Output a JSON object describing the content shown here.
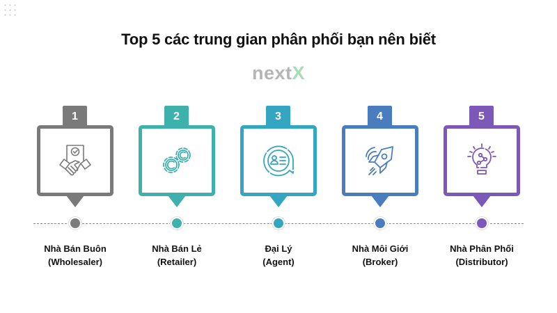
{
  "title": "Top 5 các trung gian phân phối bạn nên biết",
  "logo": {
    "part1": "next",
    "part2": "X",
    "part1_color": "#b5b5b5",
    "part2_color": "#a7dcb5"
  },
  "items": [
    {
      "number": "1",
      "name": "Nhà Bán Buôn",
      "english": "(Wholesaler)",
      "icon": "handshake-contract-icon",
      "color": "#7a7a7a"
    },
    {
      "number": "2",
      "name": "Nhà Bán Lẻ",
      "english": "(Retailer)",
      "icon": "gears-icon",
      "color": "#3fb1ad"
    },
    {
      "number": "3",
      "name": "Đại Lý",
      "english": "(Agent)",
      "icon": "contact-chat-icon",
      "color": "#35a6c1"
    },
    {
      "number": "4",
      "name": "Nhà Môi Giới",
      "english": "(Broker)",
      "icon": "rocket-icon",
      "color": "#4a7dbd"
    },
    {
      "number": "5",
      "name": "Nhà Phân Phối",
      "english": "(Distributor)",
      "icon": "lightbulb-network-icon",
      "color": "#7c58b8"
    }
  ]
}
